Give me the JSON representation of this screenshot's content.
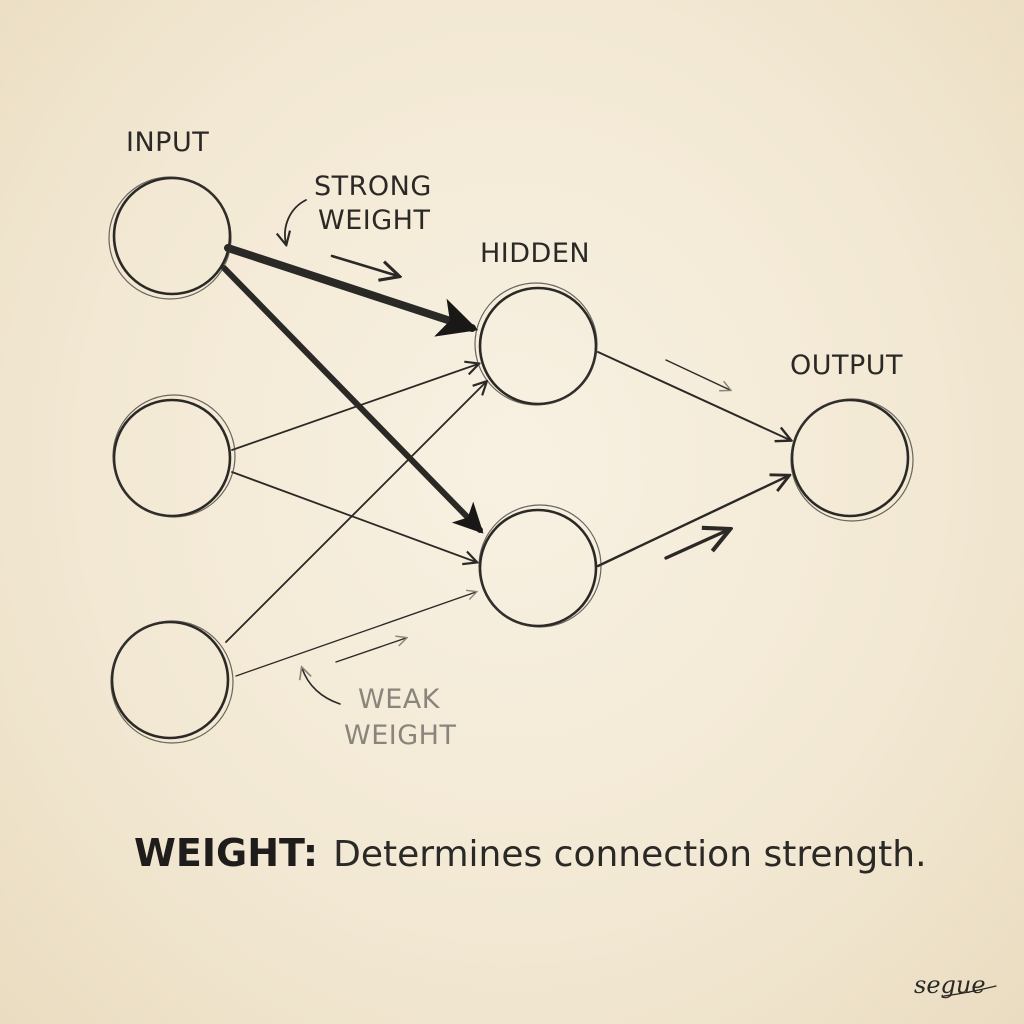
{
  "layers": {
    "input": "INPUT",
    "hidden": "HIDDEN",
    "output": "OUTPUT"
  },
  "annotations": {
    "strong_line1": "STRONG",
    "strong_line2": "WEIGHT",
    "weak_line1": "WEAK",
    "weak_line2": "WEIGHT"
  },
  "caption": {
    "term": "WEIGHT:",
    "definition": "Determines connection strength."
  },
  "signature": "segue",
  "colors": {
    "paper": "#f3ead6",
    "ink": "#2b2926",
    "weak_ink": "#8a857c"
  }
}
